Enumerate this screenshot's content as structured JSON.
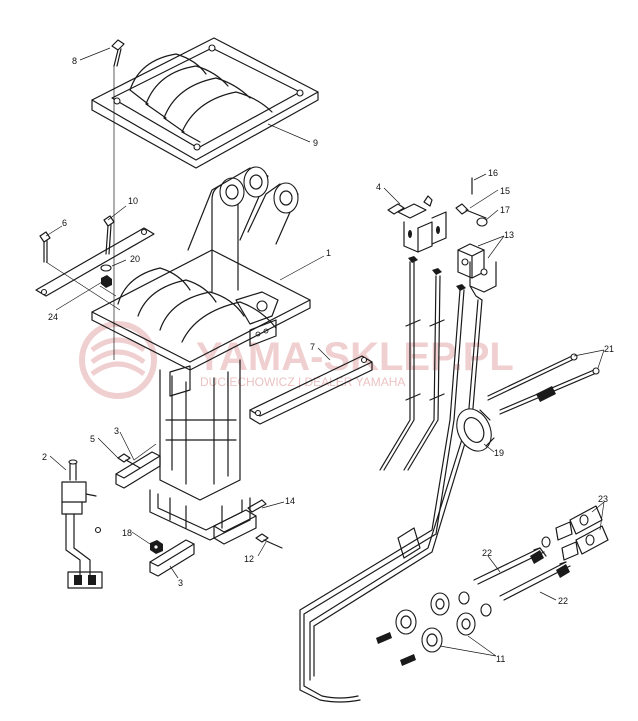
{
  "watermark": {
    "main": "YAMA-SKLEP.PL",
    "sub": "DUCIECHOWICZ | DEALER YAMAHA",
    "color": "#e3a9a9"
  },
  "callouts": [
    {
      "id": "c8",
      "text": "8"
    },
    {
      "id": "c9",
      "text": "9"
    },
    {
      "id": "c10",
      "text": "10"
    },
    {
      "id": "c6",
      "text": "6"
    },
    {
      "id": "c20",
      "text": "20"
    },
    {
      "id": "c24",
      "text": "24"
    },
    {
      "id": "c1",
      "text": "1"
    },
    {
      "id": "c7",
      "text": "7"
    },
    {
      "id": "c5",
      "text": "5"
    },
    {
      "id": "c3a",
      "text": "3"
    },
    {
      "id": "c2",
      "text": "2"
    },
    {
      "id": "c18",
      "text": "18"
    },
    {
      "id": "c3b",
      "text": "3"
    },
    {
      "id": "c14",
      "text": "14"
    },
    {
      "id": "c12",
      "text": "12"
    },
    {
      "id": "c4",
      "text": "4"
    },
    {
      "id": "c16",
      "text": "16"
    },
    {
      "id": "c15",
      "text": "15"
    },
    {
      "id": "c17",
      "text": "17"
    },
    {
      "id": "c13",
      "text": "13"
    },
    {
      "id": "c21",
      "text": "21"
    },
    {
      "id": "c19",
      "text": "19"
    },
    {
      "id": "c23",
      "text": "23"
    },
    {
      "id": "c22a",
      "text": "22"
    },
    {
      "id": "c22b",
      "text": "22"
    },
    {
      "id": "c11",
      "text": "11"
    }
  ]
}
